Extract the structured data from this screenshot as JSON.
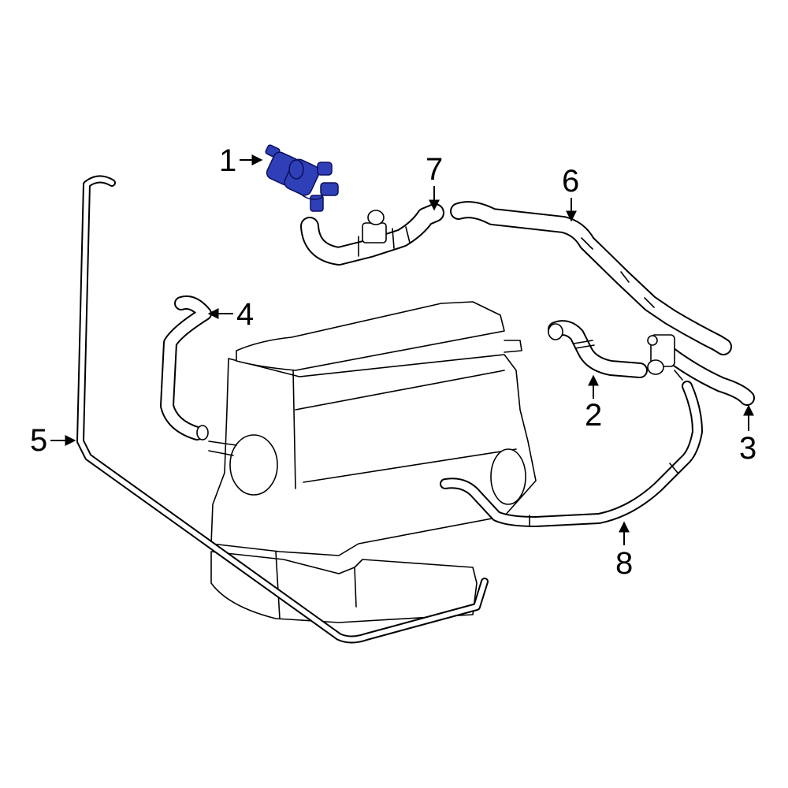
{
  "callouts": [
    {
      "number": "1",
      "part": "valve"
    },
    {
      "number": "2",
      "part": "hose"
    },
    {
      "number": "3",
      "part": "hose"
    },
    {
      "number": "4",
      "part": "hose"
    },
    {
      "number": "5",
      "part": "hose"
    },
    {
      "number": "6",
      "part": "hose"
    },
    {
      "number": "7",
      "part": "hose"
    },
    {
      "number": "8",
      "part": "hose"
    }
  ],
  "colors": {
    "highlight_part": "#2f3fb8",
    "highlight_outline": "#0a0f5c",
    "line_art": "#000000",
    "background": "#ffffff"
  }
}
